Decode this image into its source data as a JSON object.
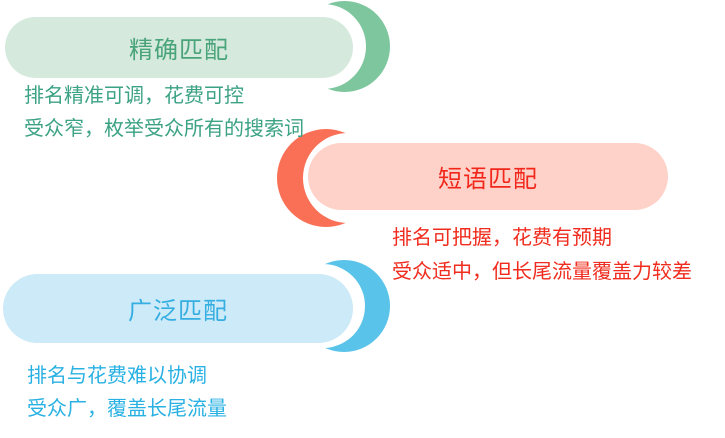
{
  "page": {
    "background_color": "#ffffff"
  },
  "sections": [
    {
      "id": "exact-match",
      "title": "精确匹配",
      "notes": [
        "排名精准可调，花费可控",
        "受众窄，枚举受众所有的搜索词"
      ],
      "colors": {
        "pill_bg": "#d5e9dd",
        "title": "#4aa479",
        "crescent": "#7ec69e",
        "note": "#3ba284"
      }
    },
    {
      "id": "phrase-match",
      "title": "短语匹配",
      "notes": [
        "排名可把握，花费有预期",
        "受众适中，但长尾流量覆盖力较差"
      ],
      "colors": {
        "pill_bg": "#ffd2c9",
        "title": "#f2271b",
        "crescent": "#fa7056",
        "note": "#f02c1e"
      }
    },
    {
      "id": "broad-match",
      "title": "广泛匹配",
      "notes": [
        "排名与花费难以协调",
        "受众广，覆盖长尾流量"
      ],
      "colors": {
        "pill_bg": "#cdeaf8",
        "title": "#35aee1",
        "crescent": "#5ac3ea",
        "note": "#29b1e3"
      }
    }
  ]
}
